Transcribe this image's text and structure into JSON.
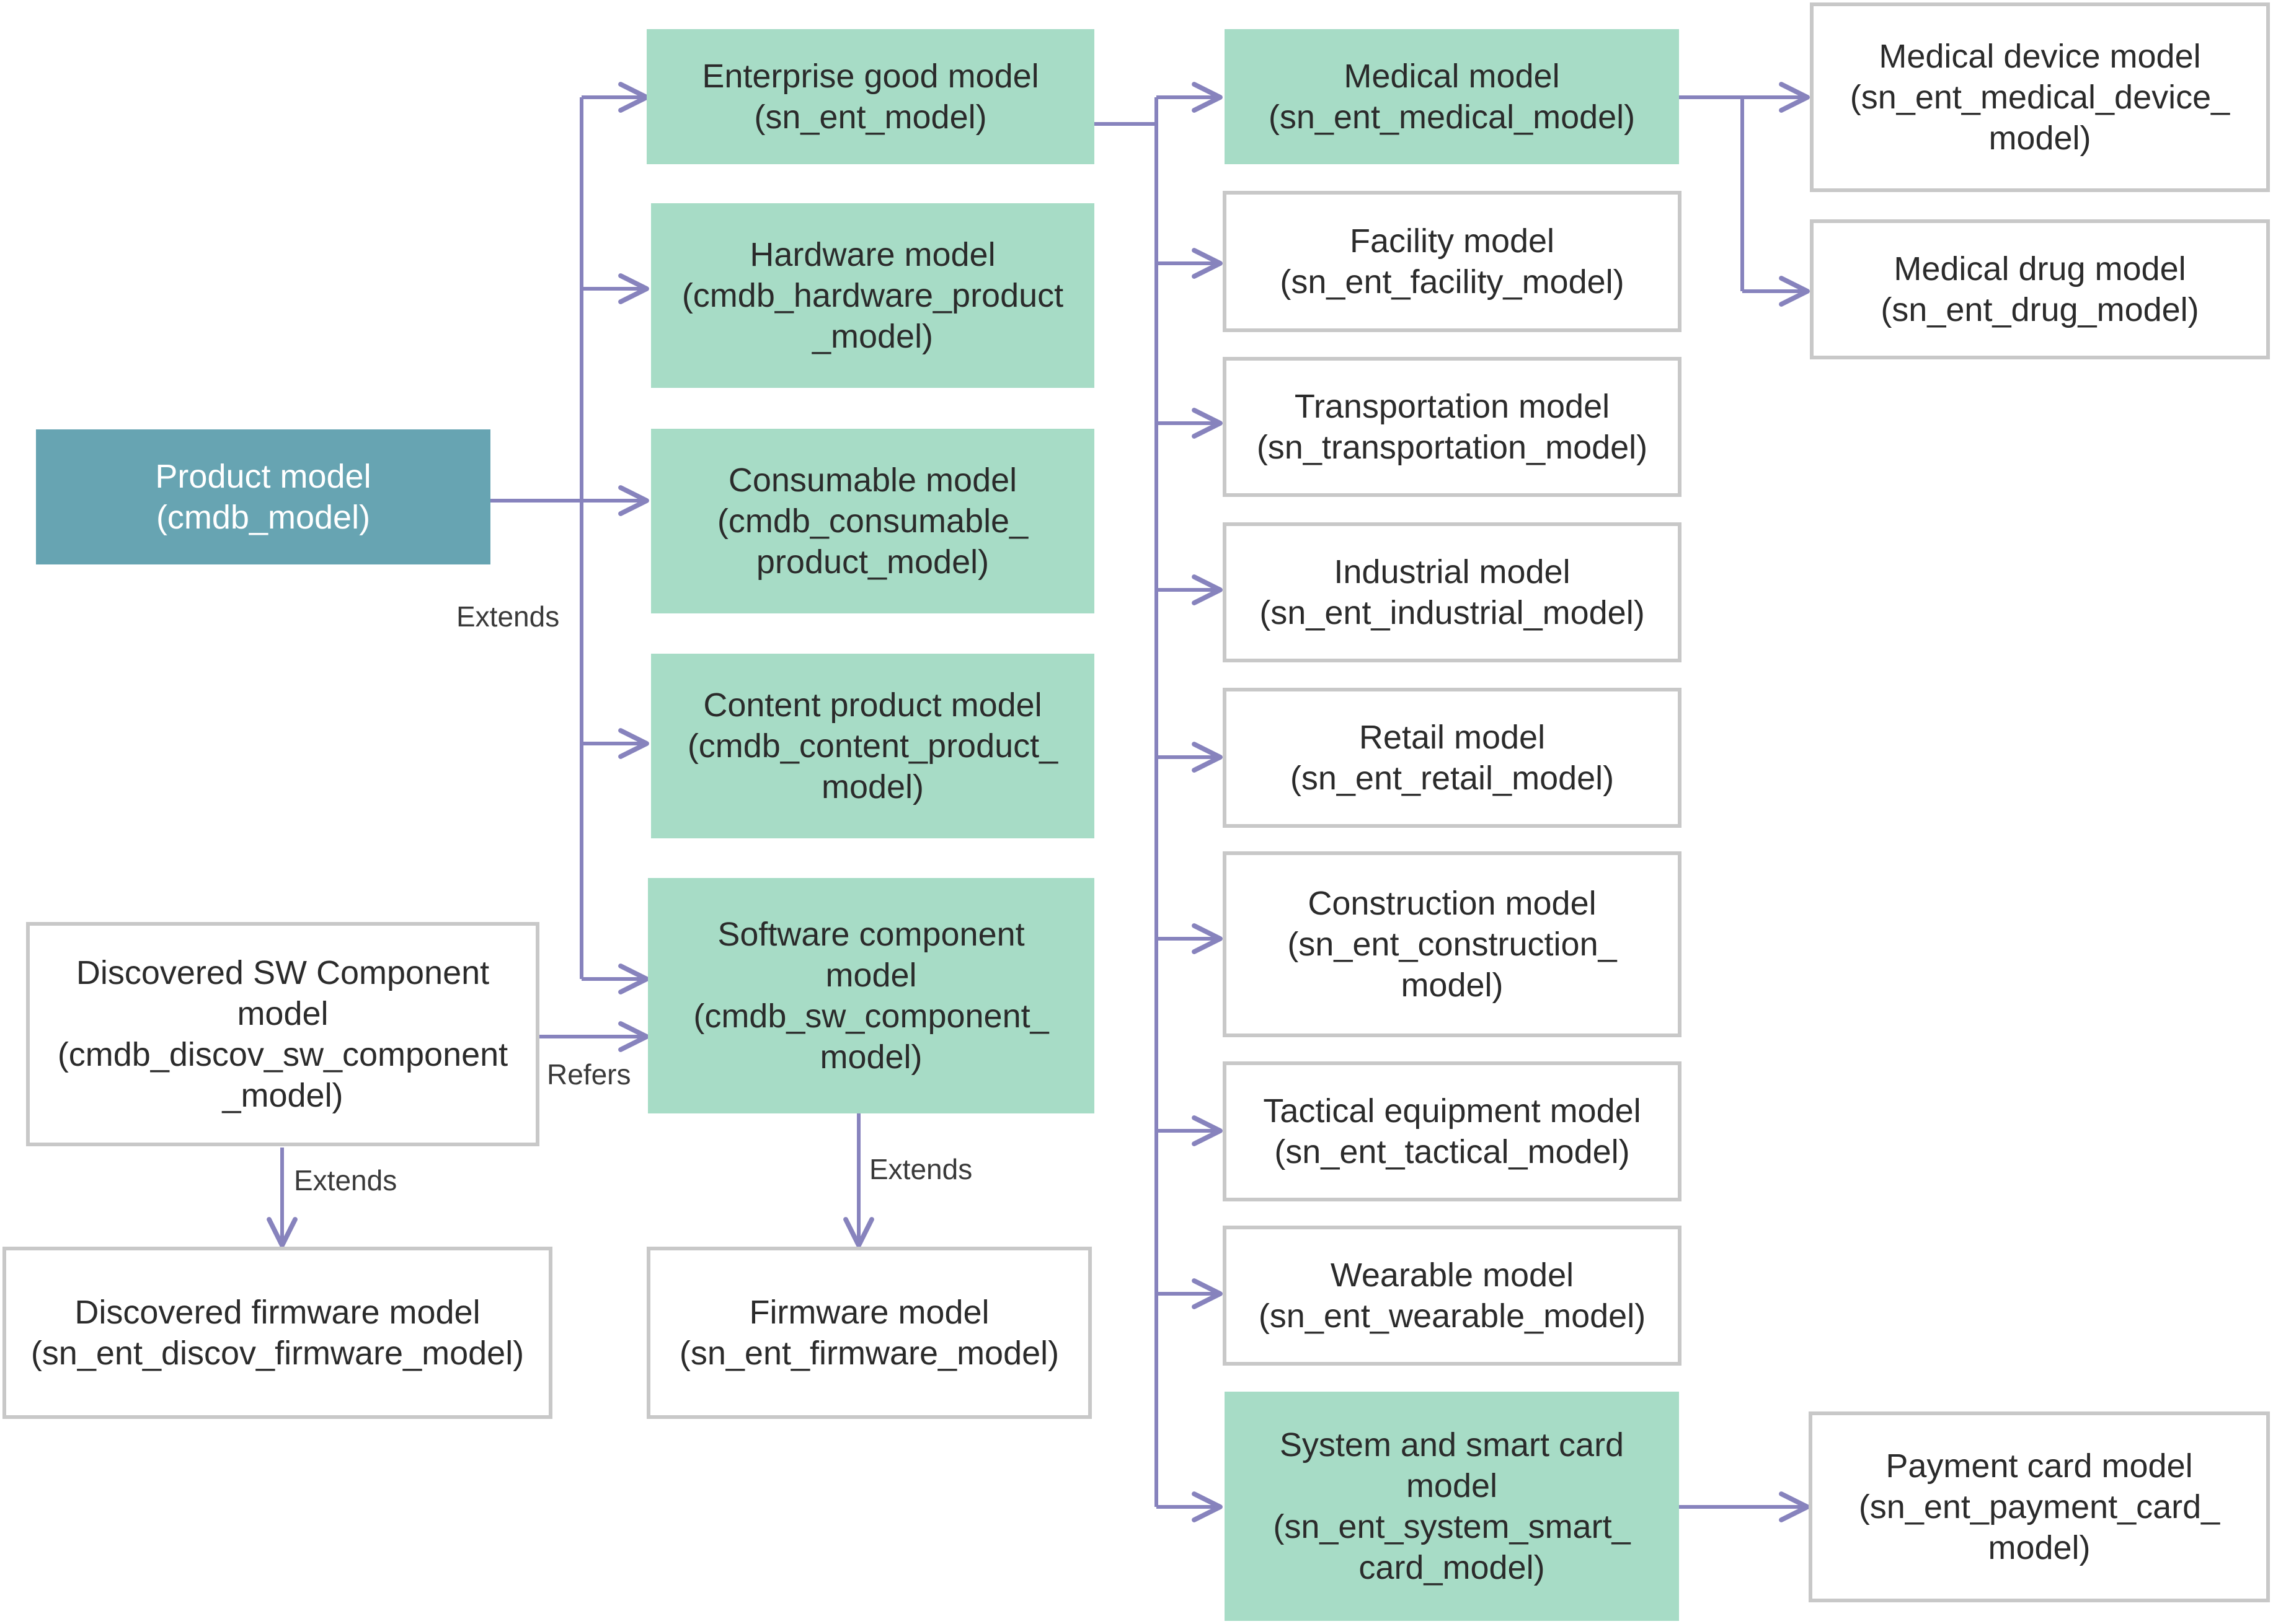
{
  "nodes": [
    {
      "id": "product",
      "text": "Product model\n(cmdb_model)"
    },
    {
      "id": "enterprise",
      "text": "Enterprise good model\n(sn_ent_model)"
    },
    {
      "id": "hardware",
      "text": "Hardware model\n(cmdb_hardware_product\n_model)"
    },
    {
      "id": "consumable",
      "text": "Consumable model\n(cmdb_consumable_\nproduct_model)"
    },
    {
      "id": "content",
      "text": "Content product model\n(cmdb_content_product_\nmodel)"
    },
    {
      "id": "software",
      "text": "Software component\nmodel\n(cmdb_sw_component_\nmodel)"
    },
    {
      "id": "discovered-sw",
      "text": "Discovered SW Component\nmodel\n(cmdb_discov_sw_component\n_model)"
    },
    {
      "id": "discovered-fw",
      "text": "Discovered firmware model\n(sn_ent_discov_firmware_model)"
    },
    {
      "id": "firmware",
      "text": "Firmware model\n(sn_ent_firmware_model)"
    },
    {
      "id": "medical",
      "text": "Medical model\n(sn_ent_medical_model)"
    },
    {
      "id": "facility",
      "text": "Facility model\n(sn_ent_facility_model)"
    },
    {
      "id": "transportation",
      "text": "Transportation model\n(sn_transportation_model)"
    },
    {
      "id": "industrial",
      "text": "Industrial model\n(sn_ent_industrial_model)"
    },
    {
      "id": "retail",
      "text": "Retail model\n(sn_ent_retail_model)"
    },
    {
      "id": "construction",
      "text": "Construction model\n(sn_ent_construction_\nmodel)"
    },
    {
      "id": "tactical",
      "text": "Tactical equipment model\n(sn_ent_tactical_model)"
    },
    {
      "id": "wearable",
      "text": "Wearable model\n(sn_ent_wearable_model)"
    },
    {
      "id": "smartcard",
      "text": "System and smart card\nmodel\n(sn_ent_system_smart_\ncard_model)"
    },
    {
      "id": "medical-device",
      "text": "Medical device model\n(sn_ent_medical_device_\nmodel)"
    },
    {
      "id": "medical-drug",
      "text": "Medical drug model\n(sn_ent_drug_model)"
    },
    {
      "id": "payment-card",
      "text": "Payment card model\n(sn_ent_payment_card_\nmodel)"
    }
  ],
  "edge_labels": {
    "extends_main": "Extends",
    "refers": "Refers",
    "extends_discovered": "Extends",
    "extends_software": "Extends"
  },
  "colors": {
    "connector": "#8783bd",
    "green_box": "#a7dcc6",
    "root_box": "#67a4b2",
    "white_border": "#c8c8c8"
  }
}
